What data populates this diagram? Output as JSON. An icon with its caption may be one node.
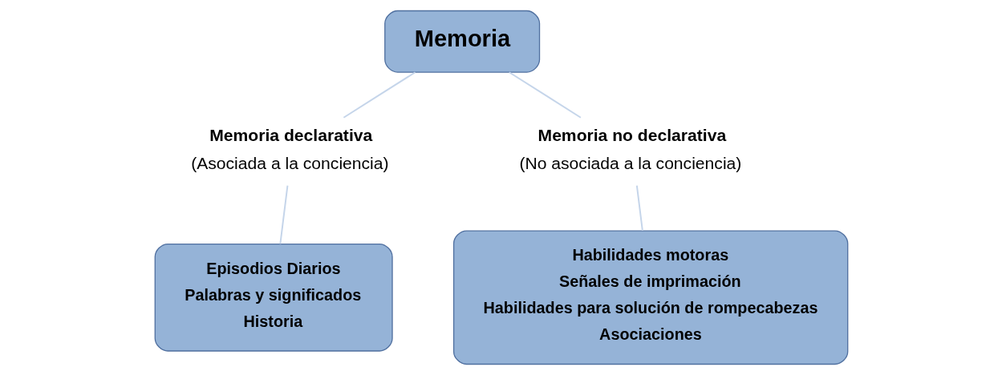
{
  "diagram": {
    "nodes": [
      {
        "text": [
          "Memoria"
        ]
      },
      {
        "text": [
          "Memoria declarativa",
          "(Asociada a la conciencia)"
        ]
      },
      {
        "text": [
          "Memoria no declarativa",
          "(No asociada a la conciencia)"
        ]
      },
      {
        "text": [
          "Episodios Diarios",
          "Palabras y significados",
          "Historia"
        ]
      },
      {
        "text": [
          "Habilidades motoras",
          "Señales de imprimación",
          "Habilidades para solución de rompecabezas",
          "Asociaciones"
        ]
      }
    ],
    "edges": [
      {
        "from": 0,
        "to": 1,
        "arrow": "none"
      },
      {
        "from": 0,
        "to": 2,
        "arrow": "none"
      },
      {
        "from": 1,
        "to": 3,
        "arrow": "none"
      },
      {
        "from": 2,
        "to": 4,
        "arrow": "none"
      }
    ]
  }
}
